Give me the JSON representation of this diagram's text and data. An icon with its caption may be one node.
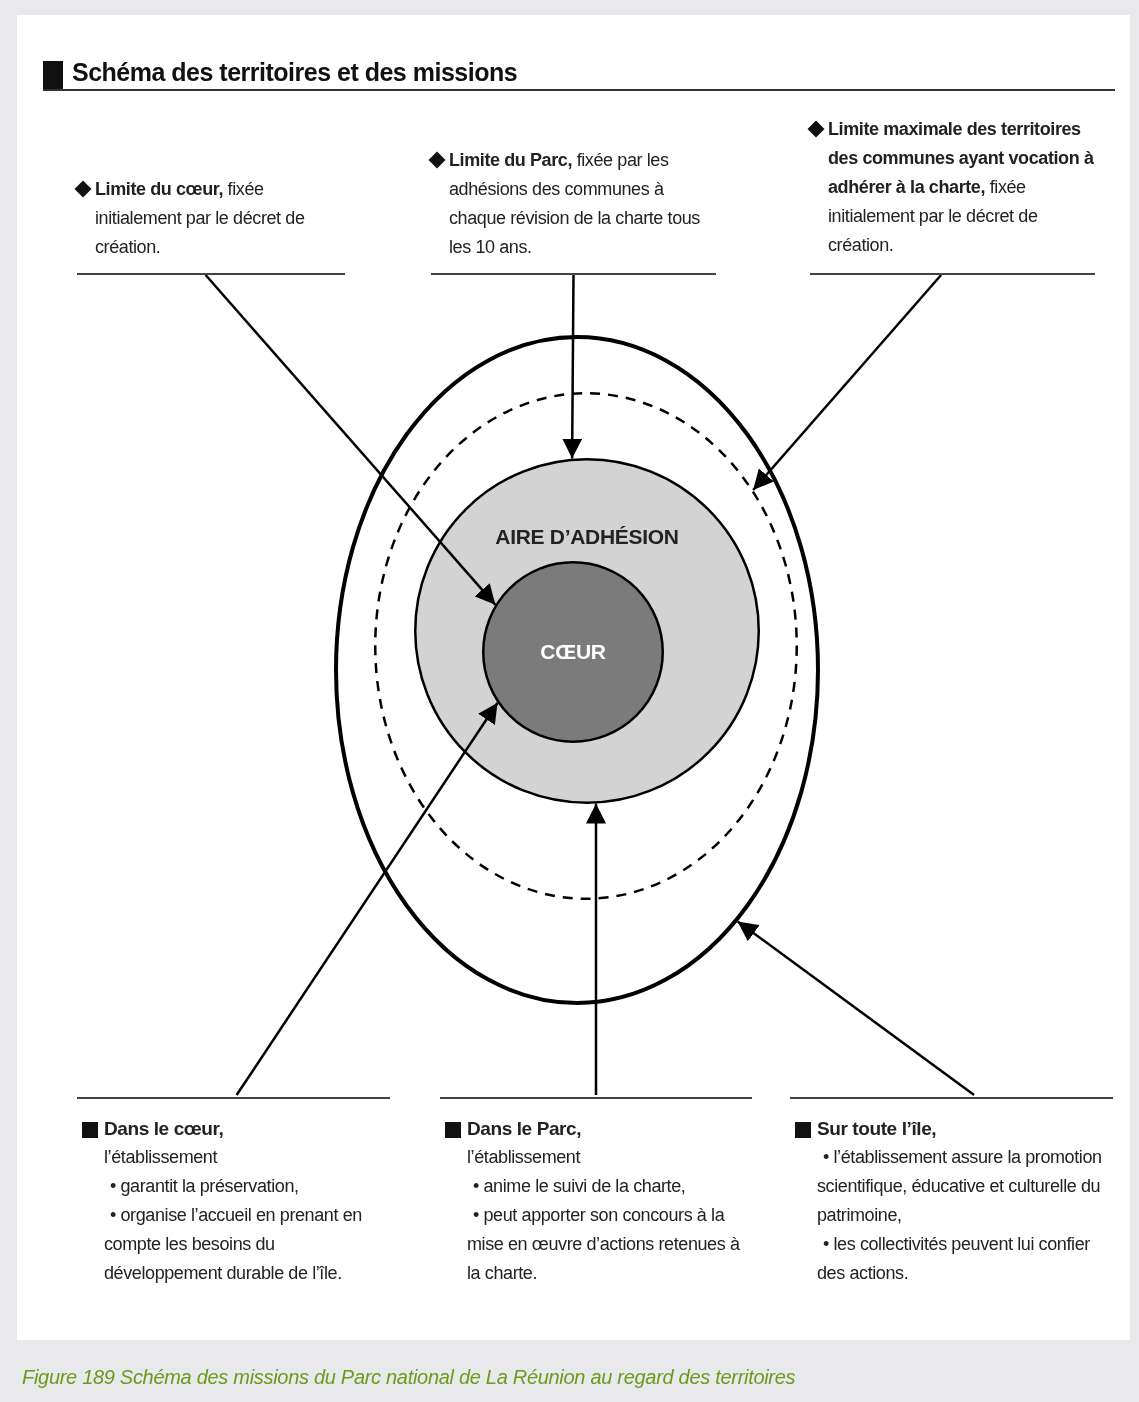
{
  "diagram": {
    "title": "Schéma des territoires et des missions",
    "caption": "Figure 189 Schéma des missions du Parc national de La Réunion au regard des territoires",
    "nodes": [
      {
        "text": [],
        "shape": "ellipse"
      },
      {
        "text": [],
        "shape": "ellipse",
        "in": 0
      },
      {
        "text": [
          "AIRE D’ADHÉSION"
        ],
        "in": 1
      },
      {
        "text": [
          "CŒUR"
        ],
        "in": 2
      },
      {
        "text": [
          "**Limite du cœur,** fixée initialement par le décret de création."
        ]
      },
      {
        "text": [
          "**Limite du Parc,** fixée par les adhésions des communes à chaque révision de la charte tous les 10 ans."
        ]
      },
      {
        "text": [
          "**Limite maximale des territoires des communes ayant vocation à adhérer à la charte,** fixée initialement par le décret de création."
        ]
      },
      {
        "text": [
          "Dans le cœur,",
          "l’établissement",
          "• garantit la préservation,",
          "• organise l’accueil en prenant en compte les besoins du développement durable de l’île."
        ]
      },
      {
        "text": [
          "Dans le Parc,",
          "l’établissement",
          "• anime le suivi de la charte,",
          "• peut apporter son concours à la mise en œuvre d’actions retenues à la charte."
        ]
      },
      {
        "text": [
          "Sur toute l’île,",
          "• l’établissement assure la promotion scientifique, éducative et culturelle du patrimoine,",
          "• les collectivités peuvent lui confier des actions."
        ]
      }
    ],
    "edges": [
      {
        "from": 4,
        "to": 3,
        "arrow": "to"
      },
      {
        "from": 5,
        "to": 2,
        "arrow": "to"
      },
      {
        "from": 6,
        "to": 1,
        "arrow": "to"
      },
      {
        "from": 7,
        "to": 3,
        "arrow": "to"
      },
      {
        "from": 8,
        "to": 2,
        "arrow": "to"
      },
      {
        "from": 9,
        "to": 0,
        "arrow": "to"
      }
    ]
  }
}
